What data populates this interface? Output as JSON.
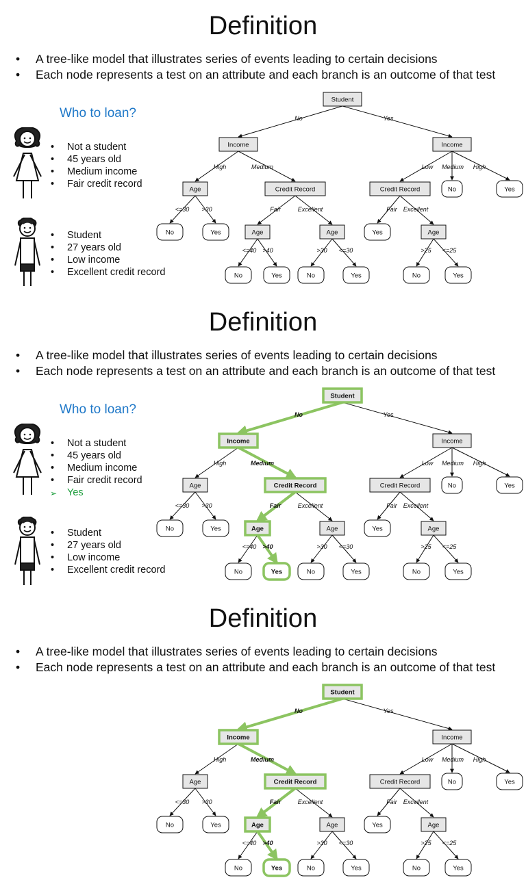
{
  "slides": [
    {
      "title": "Definition",
      "bullet_1": "A tree-like model that illustrates series of events leading to certain decisions",
      "bullet_2": "Each node represents a test on an attribute and each branch is an outcome of that test",
      "who": "Who to loan?",
      "person1": [
        "Not a student",
        "45 years old",
        "Medium income",
        "Fair credit record"
      ],
      "person2": [
        "Student",
        "27 years old",
        "Low income",
        "Excellent credit record"
      ],
      "highlight_path": false
    },
    {
      "title": "Definition",
      "bullet_1": "A tree-like model that illustrates series of events leading to certain decisions",
      "bullet_2": "Each node represents a test on an attribute and each branch is an outcome of that test",
      "who": "Who to loan?",
      "person1": [
        "Not a student",
        "45 years old",
        "Medium income",
        "Fair credit record"
      ],
      "person1_answer": "Yes",
      "person2": [
        "Student",
        "27 years old",
        "Low income",
        "Excellent credit record"
      ],
      "highlight_path": true
    },
    {
      "title": "Definition",
      "bullet_1": "A tree-like model that illustrates series of events leading to certain decisions",
      "bullet_2": "Each node represents a test on an attribute and each branch is an outcome of that test",
      "highlight_path": true
    }
  ],
  "tree": {
    "nodes": {
      "student": "Student",
      "income_l": "Income",
      "income_r": "Income",
      "age_l": "Age",
      "credit_l": "Credit Record",
      "no_mid": "No",
      "yes_high": "Yes",
      "credit_r": "Credit Record",
      "leaf_no_1": "No",
      "leaf_yes_1": "Yes",
      "age_fair": "Age",
      "age_exc": "Age",
      "leaf_yes_fair_r": "Yes",
      "age_exc_r": "Age",
      "leaf_no_2": "No",
      "leaf_yes_2": "Yes",
      "leaf_no_3": "No",
      "leaf_yes_3": "Yes",
      "leaf_no_4": "No",
      "leaf_yes_4": "Yes"
    },
    "edges": {
      "no": "No",
      "yes": "Yes",
      "high": "High",
      "medium": "Medium",
      "low": "Low",
      "medium_r": "Medium",
      "high_r": "High",
      "le30": "<=30",
      "gt30": ">30",
      "fair": "Fair",
      "excellent": "Excellent",
      "fair_r": "Fair",
      "excellent_r": "Excellent",
      "le40": "<=40",
      "gt40": ">40",
      "gt30_b": ">30",
      "le30_b": "<=30",
      "gt25": ">25",
      "le25": "<=25"
    },
    "colors": {
      "box_fill": "#e6e6e6",
      "highlight": "#8cc461",
      "text": "#111111"
    }
  }
}
